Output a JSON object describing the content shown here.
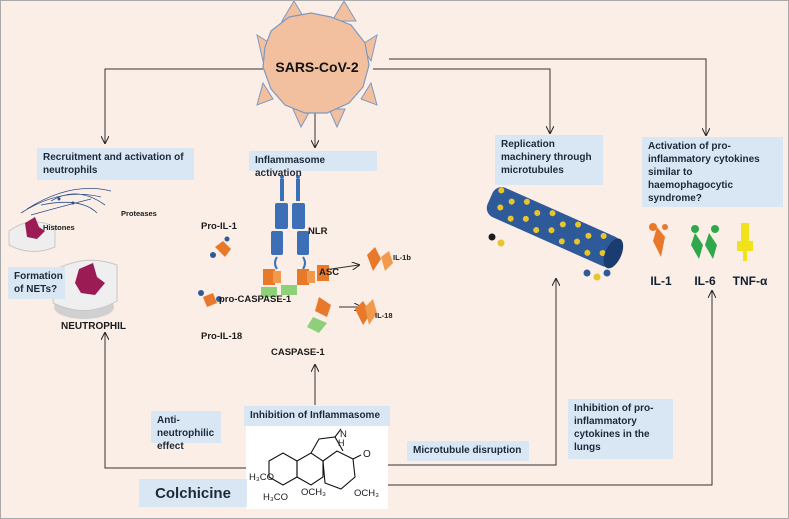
{
  "virus": {
    "label": "SARS-CoV-2"
  },
  "boxes": {
    "recruitment": "Recruitment and activation of neutrophils",
    "inflammasome": "Inflammasome activation",
    "replication": "Replication machinery through microtubules",
    "cytokines": "Activation of pro-inflammatory cytokines similar to haemophagocytic syndrome?",
    "anti_neutrophilic": "Anti-neutrophilic effect",
    "inhibition_inflammasome": "Inhibition of Inflammasome",
    "microtubule_disruption": "Microtubule disruption",
    "inhibition_cytokines": "Inhibition of pro-inflammatory cytokines in the lungs",
    "formation_nets": "Formation of NETs?",
    "colchicine": "Colchicine"
  },
  "labels": {
    "proteases": "Proteases",
    "histones": "Histones",
    "neutrophil": "NEUTROPHIL",
    "pro_il1": "Pro-IL-1",
    "pro_il18": "Pro-IL-18",
    "pro_caspase1": "pro-CASPASE-1",
    "caspase1": "CASPASE-1",
    "nlr": "NLR",
    "asc": "ASC",
    "il1b": "IL-1b",
    "il18": "IL-18"
  },
  "cytokines": [
    "IL-1",
    "IL-6",
    "TNF-α"
  ],
  "chem": {
    "h3co_1": "H₃CO",
    "h3co_2": "H₃CO",
    "och3_1": "OCH₃",
    "och3_2": "OCH₃",
    "o": "O",
    "nh": "N",
    "h": "H"
  },
  "colors": {
    "background": "#fbeee6",
    "box": "#d9e6f4",
    "virus": "#f2c09f",
    "il1": "#e8782a",
    "il6": "#2ea84a",
    "tnf": "#f2e21c",
    "neutrophil": "#9b1b55",
    "microtubule_blue": "#2f5a9a",
    "microtubule_yellow": "#e8c52a"
  }
}
